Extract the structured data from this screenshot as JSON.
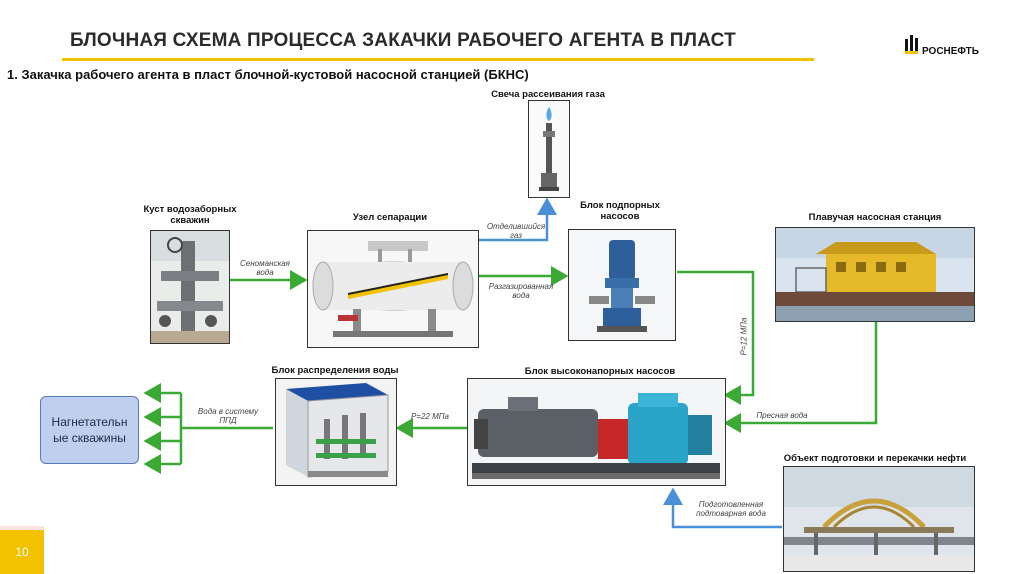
{
  "header": {
    "title": "БЛОЧНАЯ СХЕМА ПРОЦЕССА ЗАКАЧКИ РАБОЧЕГО АГЕНТА В ПЛАСТ",
    "logo_text": "РОСНЕФТЬ"
  },
  "subtitle": "1. Закачка рабочего агента в пласт блочной-кустовой насосной станцией (БКНС)",
  "blocks": {
    "flare": "Свеча рассеивания газа",
    "well_cluster": "Куст водозаборных скважин",
    "separation": "Узел сепарации",
    "booster": "Блок подпорных насосов",
    "floating_station": "Плавучая насосная станция",
    "distribution": "Блок распределения воды",
    "high_pressure": "Блок высоконапорных насосов",
    "oil_treatment": "Объект подготовки и перекачки нефти",
    "injection_wells": "Нагнетательные скважины"
  },
  "flows": {
    "cenomanian": "Сеноманская вода",
    "separated_gas": "Отделившийся газ",
    "degassed_water": "Разгазированная вода",
    "p12": "P=12 МПа",
    "fresh_water": "Пресная вода",
    "p22": "P=22 МПа",
    "to_ppd": "Вода в систему ППД",
    "prepared_water": "Подготовленная подтоварная вода"
  },
  "colors": {
    "accent": "#f2c200",
    "flow_green": "#3aaa35",
    "flow_blue": "#4a90d9",
    "wells_fill": "#bfcfee"
  },
  "page_number": "10"
}
